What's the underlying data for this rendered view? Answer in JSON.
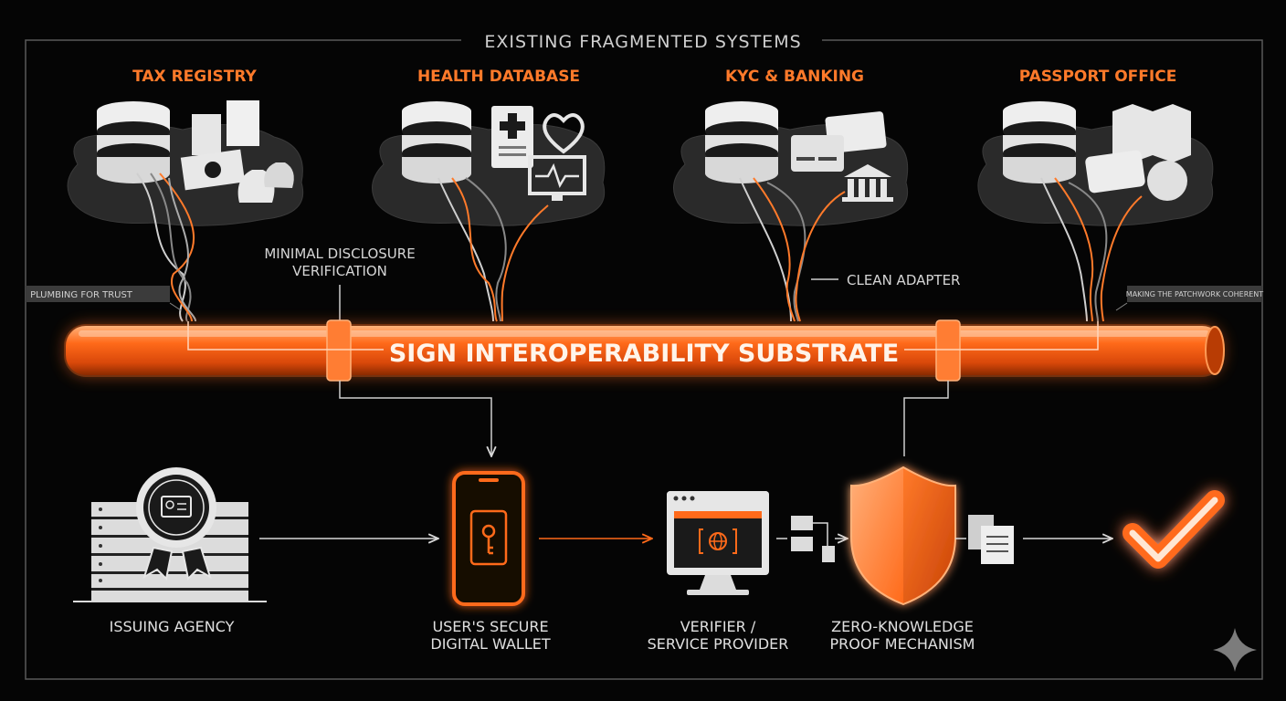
{
  "frame": {
    "title": "EXISTING FRAGMENTED SYSTEMS"
  },
  "systems": [
    {
      "name": "TAX REGISTRY"
    },
    {
      "name": "HEALTH DATABASE"
    },
    {
      "name": "KYC & BANKING"
    },
    {
      "name": "PASSPORT OFFICE"
    }
  ],
  "annotations": {
    "minimal_disclosure_1": "MINIMAL DISCLOSURE",
    "minimal_disclosure_2": "VERIFICATION",
    "clean_adapter": "CLEAN ADAPTER",
    "plumbing_for_trust": "PLUMBING FOR TRUST",
    "making_coherent": "MAKING THE PATCHWORK COHERENT"
  },
  "substrate": {
    "title": "SIGN INTEROPERABILITY SUBSTRATE"
  },
  "flow": {
    "issuing_agency": "ISSUING AGENCY",
    "wallet_1": "USER'S SECURE",
    "wallet_2": "DIGITAL WALLET",
    "verifier_1": "VERIFIER /",
    "verifier_2": "SERVICE PROVIDER",
    "zk_1": "ZERO-KNOWLEDGE",
    "zk_2": "PROOF MECHANISM"
  },
  "colors": {
    "accent": "#ff6a1a",
    "accent_light": "#ff9a55",
    "background": "#050505",
    "frame": "#5a5a5a",
    "icon": "#e8e8e8"
  }
}
